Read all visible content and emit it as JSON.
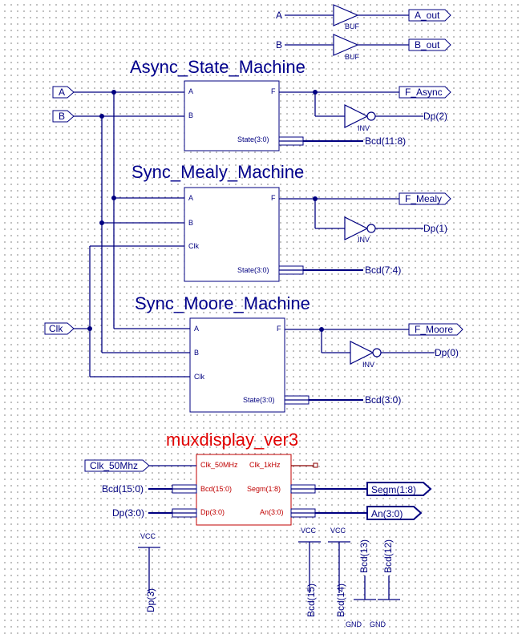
{
  "buffers": {
    "a_in": "A",
    "a_out": "A_out",
    "a_gate": "BUF",
    "b_in": "B",
    "b_out": "B_out",
    "b_gate": "BUF"
  },
  "async": {
    "title": "Async_State_Machine",
    "pin_a": "A",
    "pin_b": "B",
    "pin_f": "F",
    "pin_state": "State(3:0)",
    "out_f": "F_Async",
    "inv": "INV",
    "dp": "Dp(2)",
    "bcd": "Bcd(11:8)"
  },
  "mealy": {
    "title": "Sync_Mealy_Machine",
    "pin_a": "A",
    "pin_b": "B",
    "pin_clk": "Clk",
    "pin_f": "F",
    "pin_state": "State(3:0)",
    "out_f": "F_Mealy",
    "inv": "INV",
    "dp": "Dp(1)",
    "bcd": "Bcd(7:4)"
  },
  "moore": {
    "title": "Sync_Moore_Machine",
    "pin_a": "A",
    "pin_b": "B",
    "pin_clk": "Clk",
    "pin_f": "F",
    "pin_state": "State(3:0)",
    "out_f": "F_Moore",
    "inv": "INV",
    "dp": "Dp(0)",
    "bcd": "Bcd(3:0)"
  },
  "inputs": {
    "a": "A",
    "b": "B",
    "clk": "Clk"
  },
  "mux": {
    "title": "muxdisplay_ver3",
    "pin_clk50": "Clk_50MHz",
    "pin_clk1k": "Clk_1kHz",
    "pin_bcd": "Bcd(15:0)",
    "pin_segm": "Segm(1:8)",
    "pin_dp": "Dp(3:0)",
    "pin_an": "An(3:0)",
    "in_clk": "Clk_50Mhz",
    "in_bcd": "Bcd(15:0)",
    "in_dp": "Dp(3:0)",
    "out_segm": "Segm(1:8)",
    "out_an": "An(3:0)"
  },
  "ties": {
    "vcc1": "VCC",
    "dp3": "Dp(3)",
    "vcc2": "VCC",
    "bcd15": "Bcd(15)",
    "vcc3": "VCC",
    "bcd14": "Bcd(14)",
    "bcd13": "Bcd(13)",
    "bcd12": "Bcd(12)",
    "gnd1": "GND",
    "gnd2": "GND"
  },
  "colors": {
    "wire": "#000080",
    "mux_block": "#c00000",
    "mux_title": "#e00000",
    "title": "#00008b"
  }
}
